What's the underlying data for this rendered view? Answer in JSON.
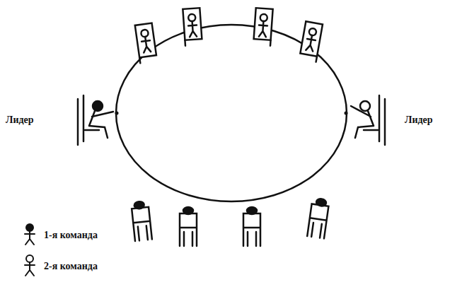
{
  "diagram": {
    "labels": [
      "Лидер",
      "Лидер"
    ],
    "legend": [
      {
        "text": "1-я команда"
      },
      {
        "text": "2-я команда"
      }
    ]
  }
}
